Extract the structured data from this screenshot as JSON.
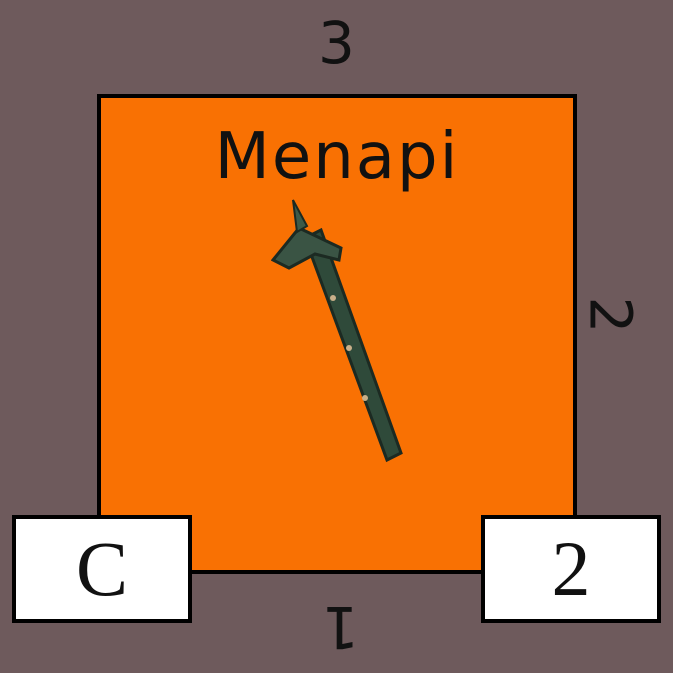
{
  "counter": {
    "side_top": "3",
    "side_right": "2",
    "side_bottom": "1",
    "unit_name": "Menapi",
    "weapon_icon": "hammer-axe-icon",
    "left_value": "C",
    "right_value": "2",
    "colors": {
      "background": "#6e5a5c",
      "unit_fill": "#f97103",
      "box_fill": "#ffffff"
    }
  }
}
